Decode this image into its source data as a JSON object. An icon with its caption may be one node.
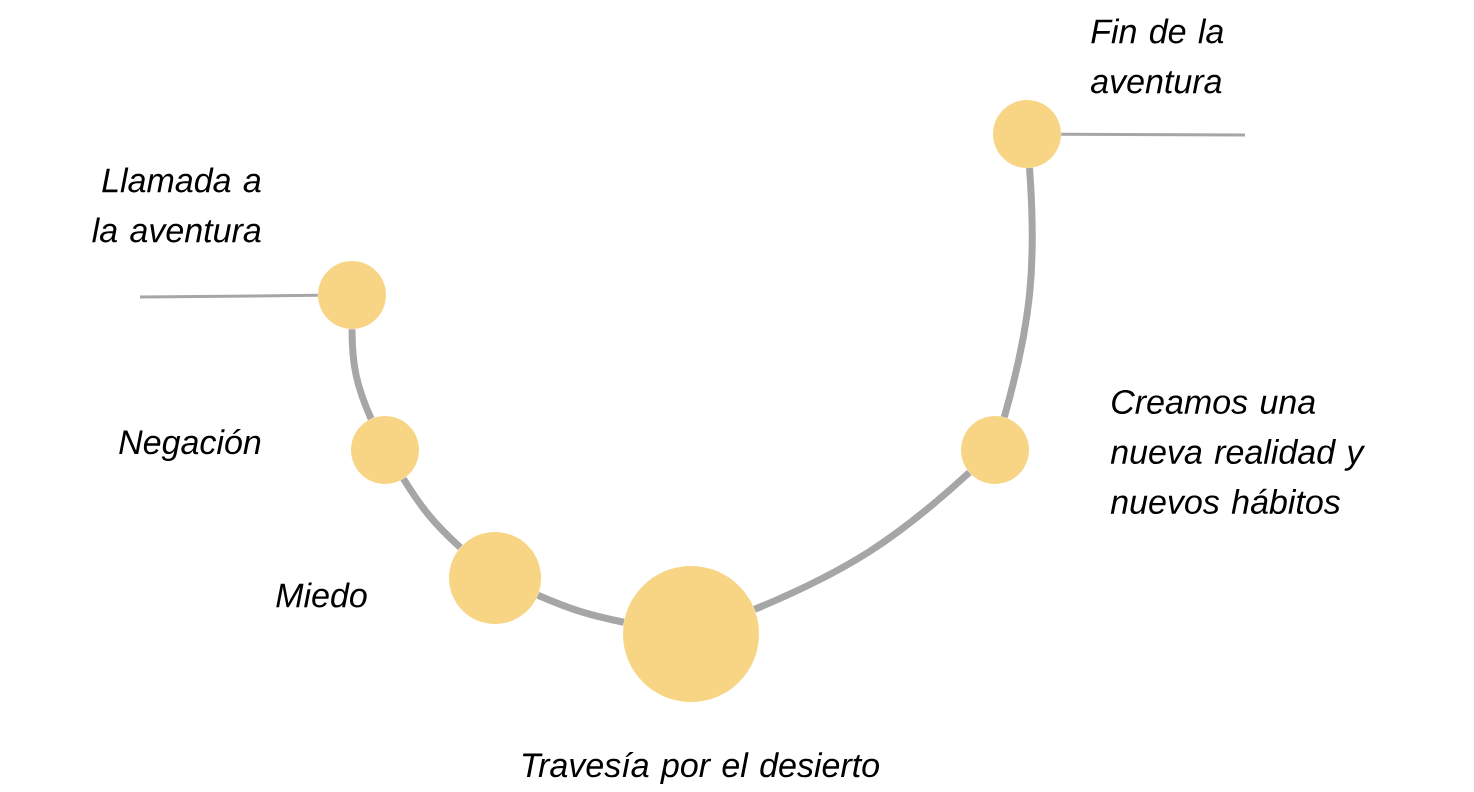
{
  "diagram": {
    "nodes": [
      {
        "text": [],
        "shape": "circle",
        "beside": [
          "Llamada a la aventura"
        ]
      },
      {
        "text": [],
        "shape": "circle",
        "beside": [
          "Negación"
        ]
      },
      {
        "text": [],
        "shape": "circle",
        "beside": [
          "Miedo"
        ]
      },
      {
        "text": [],
        "shape": "circle",
        "beside": [
          "Travesía por el desierto"
        ]
      },
      {
        "text": [],
        "shape": "circle",
        "beside": [
          "Creamos una nueva realidad y nuevos hábitos"
        ]
      },
      {
        "text": [],
        "shape": "circle",
        "beside": [
          "Fin de la aventura"
        ]
      }
    ],
    "edges": [
      {
        "from": null,
        "to": 0,
        "arrow": "none"
      },
      {
        "from": 0,
        "to": 1,
        "arrow": "none"
      },
      {
        "from": 1,
        "to": 2,
        "arrow": "none"
      },
      {
        "from": 2,
        "to": 3,
        "arrow": "none"
      },
      {
        "from": 3,
        "to": 4,
        "arrow": "none"
      },
      {
        "from": 4,
        "to": 5,
        "arrow": "none"
      },
      {
        "from": 5,
        "to": null,
        "arrow": "none"
      }
    ]
  }
}
